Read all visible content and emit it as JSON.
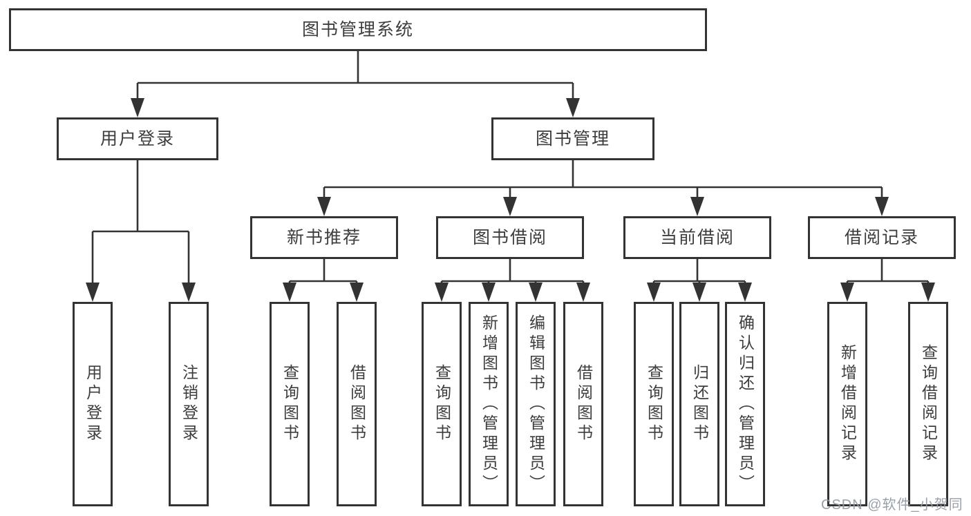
{
  "diagram": {
    "title": "图书管理系统",
    "branches": [
      {
        "label": "用户登录",
        "children": [
          {
            "label": "用户登录"
          },
          {
            "label": "注销登录"
          }
        ]
      },
      {
        "label": "图书管理",
        "children": [
          {
            "label": "新书推荐",
            "children": [
              {
                "label": "查询图书"
              },
              {
                "label": "借阅图书"
              }
            ]
          },
          {
            "label": "图书借阅",
            "children": [
              {
                "label": "查询图书"
              },
              {
                "label": "新增图书（管理员）"
              },
              {
                "label": "编辑图书（管理员）"
              },
              {
                "label": "借阅图书"
              }
            ]
          },
          {
            "label": "当前借阅",
            "children": [
              {
                "label": "查询图书"
              },
              {
                "label": "归还图书"
              },
              {
                "label": "确认归还（管理员）"
              }
            ]
          },
          {
            "label": "借阅记录",
            "children": [
              {
                "label": "新增借阅记录"
              },
              {
                "label": "查询借阅记录"
              }
            ]
          }
        ]
      }
    ]
  },
  "watermark": {
    "text": "CSDN @软件_小贺同学"
  },
  "colors": {
    "line": "#333333",
    "text": "#3d3d3d",
    "box_background": "#ffffff",
    "watermark": "#949ba4"
  }
}
